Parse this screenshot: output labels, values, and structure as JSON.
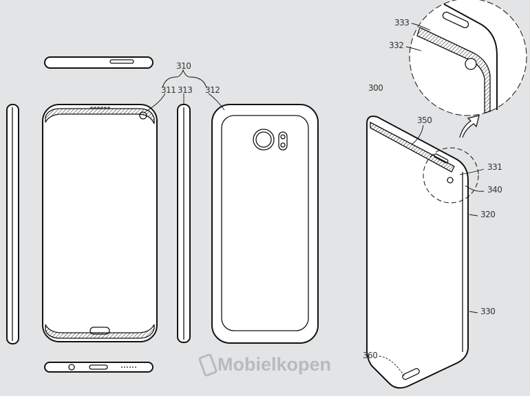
{
  "labels": {
    "l310": "310",
    "l311": "311",
    "l313": "313",
    "l312": "312",
    "l300": "300",
    "l333": "333",
    "l332": "332",
    "l350": "350",
    "l331": "331",
    "l340": "340",
    "l320": "320",
    "l330": "330",
    "l360": "360"
  },
  "watermark": "Mobielkopen"
}
